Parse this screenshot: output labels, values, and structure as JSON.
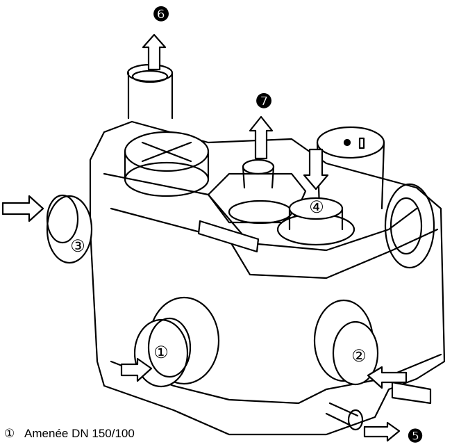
{
  "diagram": {
    "markers_circled": [
      "①",
      "②",
      "③",
      "④"
    ],
    "markers_filled": [
      "❺",
      "❻",
      "❼"
    ],
    "legend": [
      {
        "num": "①",
        "text": "Amenée DN 150/100"
      }
    ],
    "plate_text": "—— ——"
  }
}
